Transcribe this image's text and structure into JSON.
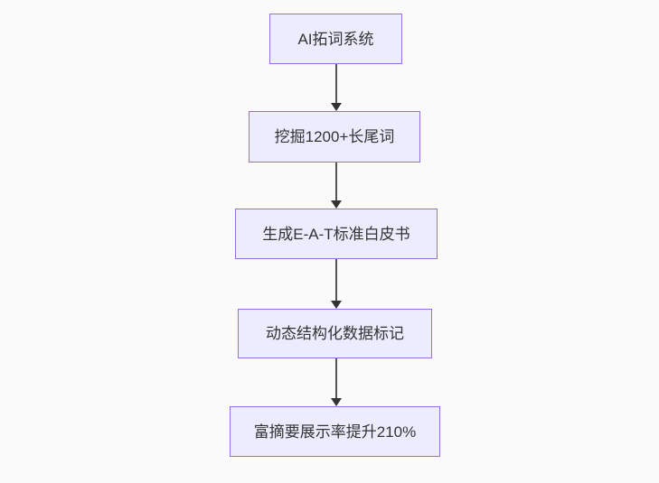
{
  "diagram": {
    "type": "flowchart",
    "direction": "top-down",
    "nodes": [
      {
        "id": "A",
        "label": "AI拓词系统"
      },
      {
        "id": "B",
        "label": "挖掘1200+长尾词"
      },
      {
        "id": "C",
        "label": "生成E-A-T标准白皮书"
      },
      {
        "id": "D",
        "label": "动态结构化数据标记"
      },
      {
        "id": "E",
        "label": "富摘要展示率提升210%"
      }
    ],
    "edges": [
      {
        "from": "A",
        "to": "B"
      },
      {
        "from": "B",
        "to": "C"
      },
      {
        "from": "C",
        "to": "D"
      },
      {
        "from": "D",
        "to": "E"
      }
    ],
    "colors": {
      "background": "#fafafa",
      "node_fill": "#ececff",
      "node_border": "#9370db",
      "edge_line": "#555555",
      "edge_arrowhead": "#333333",
      "text": "#333333"
    }
  }
}
